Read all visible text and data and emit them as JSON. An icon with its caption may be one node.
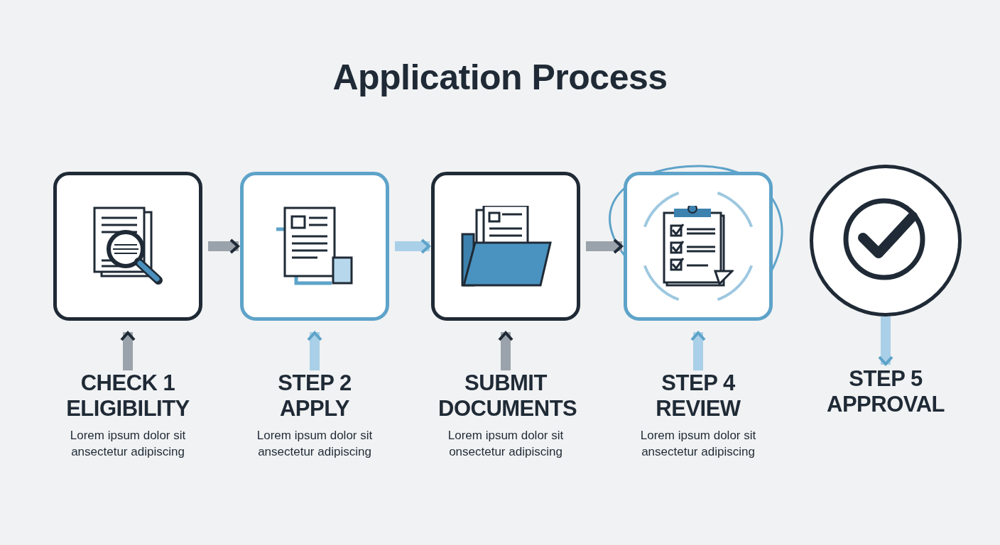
{
  "diagram": {
    "title": "Application Process",
    "nodes": [
      {
        "text": [],
        "shape": "box"
      },
      {
        "text": [],
        "shape": "box"
      },
      {
        "text": [],
        "shape": "box"
      },
      {
        "text": [],
        "shape": "box"
      },
      {
        "text": [],
        "shape": "circle"
      },
      {
        "text": [
          "CHECK 1 ELIGIBILITY",
          "Lorem ipsum dolor sit ansectetur adipiscing"
        ]
      },
      {
        "text": [
          "STEP 2 APPLY",
          "Lorem ipsum dolor sit ansectetur adipiscing"
        ]
      },
      {
        "text": [
          "SUBMIT DOCUMENTS",
          "Lorem ipsum dolor sit onsectetur adipiscing"
        ]
      },
      {
        "text": [
          "STEP 4 REVIEW",
          "Lorem ipsum dolor sit ansectetur adipiscing"
        ]
      },
      {
        "text": [
          "STEP 5 APPROVAL"
        ]
      }
    ],
    "edges": [
      {
        "from": 0,
        "to": 1,
        "arrow": "to"
      },
      {
        "from": 1,
        "to": 2,
        "arrow": "to",
        "color": "#a9d0e8"
      },
      {
        "from": 2,
        "to": 3,
        "arrow": "to"
      },
      {
        "from": 5,
        "to": 0,
        "arrow": "to"
      },
      {
        "from": 6,
        "to": 1,
        "arrow": "to",
        "color": "#a9d0e8"
      },
      {
        "from": 7,
        "to": 2,
        "arrow": "to"
      },
      {
        "from": 8,
        "to": 3,
        "arrow": "to",
        "color": "#a9d0e8"
      },
      {
        "from": 4,
        "to": 9,
        "arrow": "to",
        "color": "#a9d0e8"
      }
    ]
  }
}
